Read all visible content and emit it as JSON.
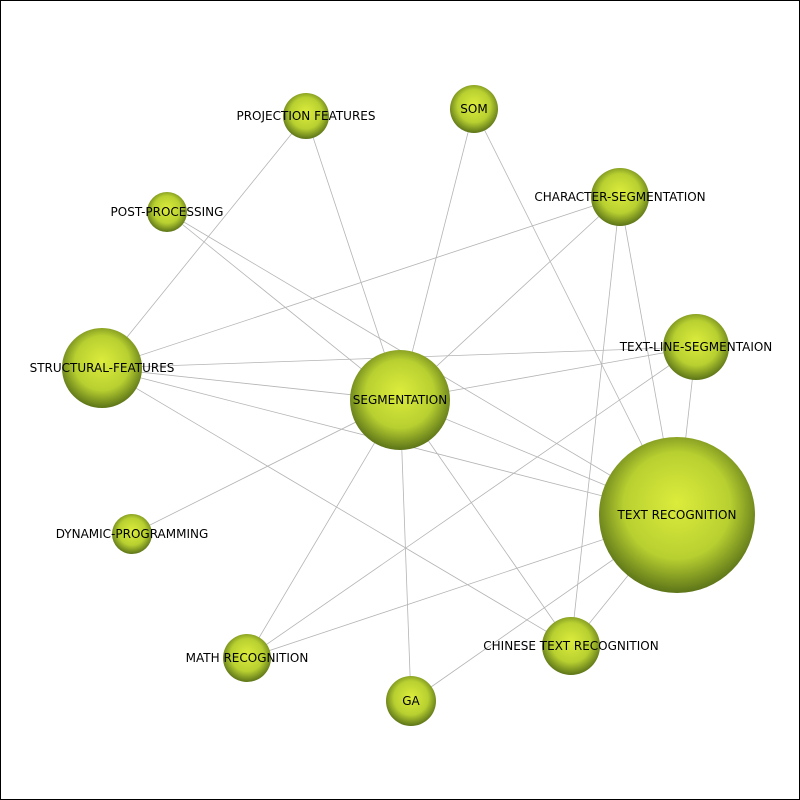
{
  "graph": {
    "colors": {
      "node_light": "#dcec3c",
      "node_mid": "#b8d030",
      "node_dark": "#5c7418",
      "edge": "#b4b4b4",
      "label": "#000000",
      "border": "#000000"
    },
    "nodes": [
      {
        "id": "segmentation",
        "label": "SEGMENTATION"
      },
      {
        "id": "text-recognition",
        "label": "TEXT RECOGNITION"
      },
      {
        "id": "structural-features",
        "label": "STRUCTURAL-FEATURES"
      },
      {
        "id": "projection-features",
        "label": "PROJECTION FEATURES"
      },
      {
        "id": "som",
        "label": "SOM"
      },
      {
        "id": "character-segmentation",
        "label": "CHARACTER-SEGMENTATION"
      },
      {
        "id": "post-processing",
        "label": "POST-PROCESSING"
      },
      {
        "id": "text-line-segmentaion",
        "label": "TEXT-LINE-SEGMENTAION"
      },
      {
        "id": "dynamic-programming",
        "label": "DYNAMIC-PROGRAMMING"
      },
      {
        "id": "math-recognition",
        "label": "MATH RECOGNITION"
      },
      {
        "id": "ga",
        "label": "GA"
      },
      {
        "id": "chinese-text-recognition",
        "label": "CHINESE TEXT RECOGNITION"
      }
    ],
    "edges": [
      [
        "projection-features",
        "structural-features"
      ],
      [
        "projection-features",
        "segmentation"
      ],
      [
        "som",
        "segmentation"
      ],
      [
        "som",
        "text-recognition"
      ],
      [
        "character-segmentation",
        "structural-features"
      ],
      [
        "character-segmentation",
        "segmentation"
      ],
      [
        "character-segmentation",
        "text-recognition"
      ],
      [
        "character-segmentation",
        "chinese-text-recognition"
      ],
      [
        "post-processing",
        "segmentation"
      ],
      [
        "post-processing",
        "text-recognition"
      ],
      [
        "structural-features",
        "segmentation"
      ],
      [
        "structural-features",
        "text-line-segmentaion"
      ],
      [
        "structural-features",
        "text-recognition"
      ],
      [
        "structural-features",
        "chinese-text-recognition"
      ],
      [
        "text-line-segmentaion",
        "segmentation"
      ],
      [
        "text-line-segmentaion",
        "text-recognition"
      ],
      [
        "text-line-segmentaion",
        "math-recognition"
      ],
      [
        "segmentation",
        "text-recognition"
      ],
      [
        "segmentation",
        "dynamic-programming"
      ],
      [
        "segmentation",
        "math-recognition"
      ],
      [
        "segmentation",
        "ga"
      ],
      [
        "segmentation",
        "chinese-text-recognition"
      ],
      [
        "text-recognition",
        "math-recognition"
      ],
      [
        "text-recognition",
        "chinese-text-recognition"
      ],
      [
        "text-recognition",
        "ga"
      ]
    ]
  }
}
